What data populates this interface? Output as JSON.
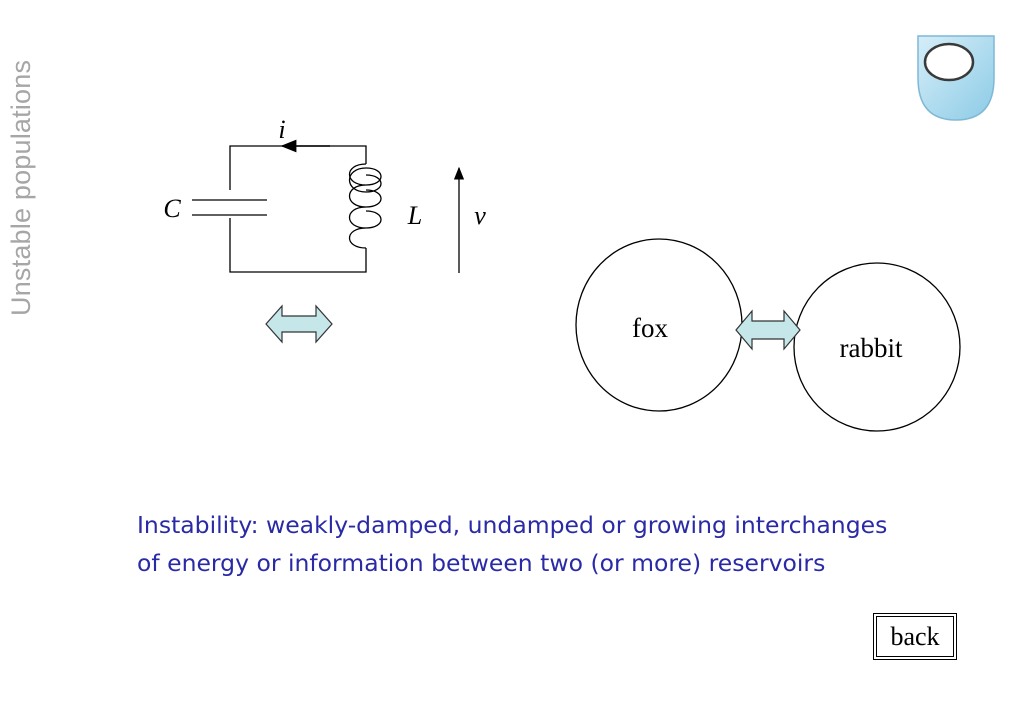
{
  "side_title": "Unstable populations",
  "circuit": {
    "current_label": "i",
    "capacitor_label": "C",
    "inductor_label": "L",
    "voltage_label": "v"
  },
  "populations": {
    "left_label": "fox",
    "right_label": "rabbit"
  },
  "caption": "Instability: weakly-damped, undamped or growing interchanges of energy or information between two (or more) reservoirs",
  "back_button": {
    "label": "back"
  },
  "colors": {
    "side_title": "#a6a6a6",
    "caption": "#2a2aa6",
    "arrow_fill": "#c5e7e9",
    "logo_fill": "#aed9ec"
  },
  "icons": {
    "logo": "open-university-logo",
    "exchange_arrow": "double-headed-arrow"
  }
}
